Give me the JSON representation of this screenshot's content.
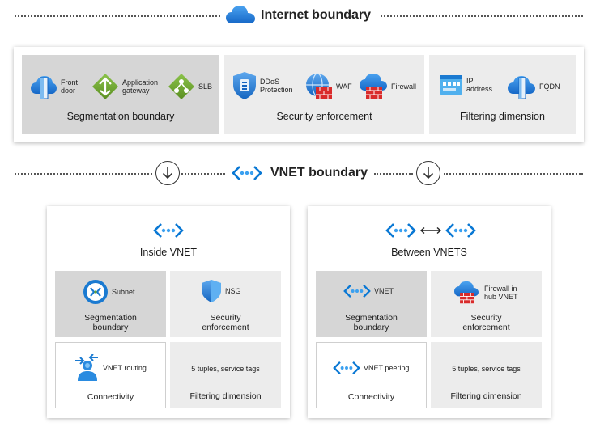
{
  "internet_boundary": {
    "title": "Internet boundary"
  },
  "internet_card": {
    "segmentation": {
      "title": "Segmentation boundary",
      "items": [
        {
          "icon": "front-door-icon",
          "label": [
            "Front",
            "door"
          ]
        },
        {
          "icon": "application-gateway-icon",
          "label": [
            "Application",
            "gateway"
          ]
        },
        {
          "icon": "slb-icon",
          "label": [
            "SLB"
          ]
        }
      ]
    },
    "security": {
      "title": "Security enforcement",
      "items": [
        {
          "icon": "ddos-protection-icon",
          "label": [
            "DDoS",
            "Protection"
          ]
        },
        {
          "icon": "waf-icon",
          "label": [
            "WAF"
          ]
        },
        {
          "icon": "firewall-icon",
          "label": [
            "Firewall"
          ]
        }
      ]
    },
    "filtering": {
      "title": "Filtering dimension",
      "items": [
        {
          "icon": "ip-address-icon",
          "label": [
            "IP",
            "address"
          ]
        },
        {
          "icon": "fqdn-icon",
          "label": [
            "FQDN"
          ]
        }
      ]
    }
  },
  "vnet_boundary": {
    "title": "VNET boundary"
  },
  "inside_vnet": {
    "title": "Inside VNET",
    "segmentation": {
      "item": "Subnet",
      "title": [
        "Segmentation",
        "boundary"
      ]
    },
    "security": {
      "item": "NSG",
      "title": [
        "Security",
        "enforcement"
      ]
    },
    "connectivity": {
      "item": "VNET routing",
      "title": "Connectivity"
    },
    "filtering": {
      "item": "5 tuples, service tags",
      "title": "Filtering dimension"
    }
  },
  "between_vnets": {
    "title": "Between VNETS",
    "segmentation": {
      "item": "VNET",
      "title": [
        "Segmentation",
        "boundary"
      ]
    },
    "security": {
      "item": [
        "Firewall in",
        "hub VNET"
      ],
      "title": [
        "Security",
        "enforcement"
      ]
    },
    "connectivity": {
      "item": "VNET peering",
      "title": "Connectivity"
    },
    "filtering": {
      "item": "5 tuples, service tags",
      "title": "Filtering dimension"
    }
  },
  "colors": {
    "azure_blue": "#0a78d4",
    "green": "#6aa534",
    "red": "#d92b2b",
    "border_gray": "#d6d6d6"
  }
}
